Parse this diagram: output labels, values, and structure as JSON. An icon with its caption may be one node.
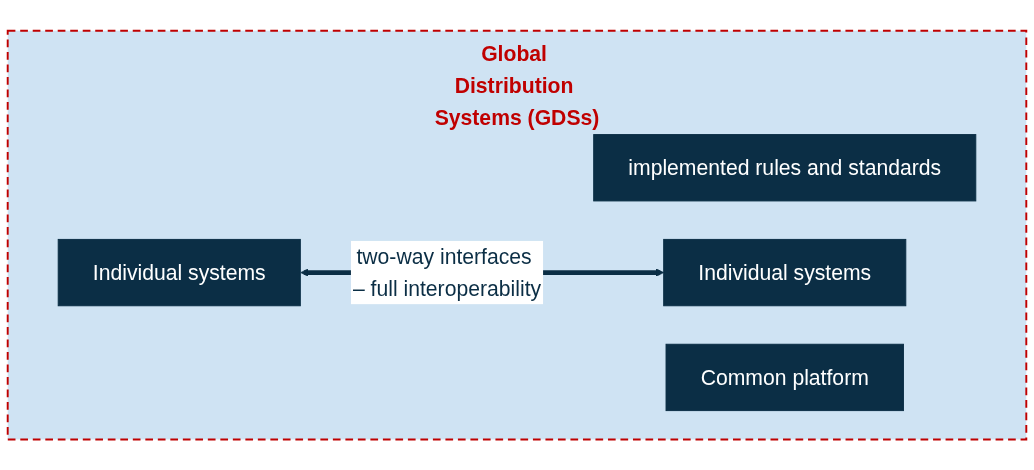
{
  "diagram": {
    "nodes": [
      {
        "text": [
          "Global Distribution Systems (GDSs)"
        ]
      },
      {
        "text": [
          "implemented rules and standards"
        ],
        "in": 0
      },
      {
        "text": [
          "Individual systems"
        ],
        "in": 0
      },
      {
        "text": [
          "Individual systems"
        ],
        "in": 0
      },
      {
        "text": [
          "Common platform"
        ],
        "in": 0
      }
    ],
    "edges": [
      {
        "from": 2,
        "to": 3,
        "arrow": "both",
        "label": "two-way interfaces – full interoperability"
      }
    ]
  }
}
